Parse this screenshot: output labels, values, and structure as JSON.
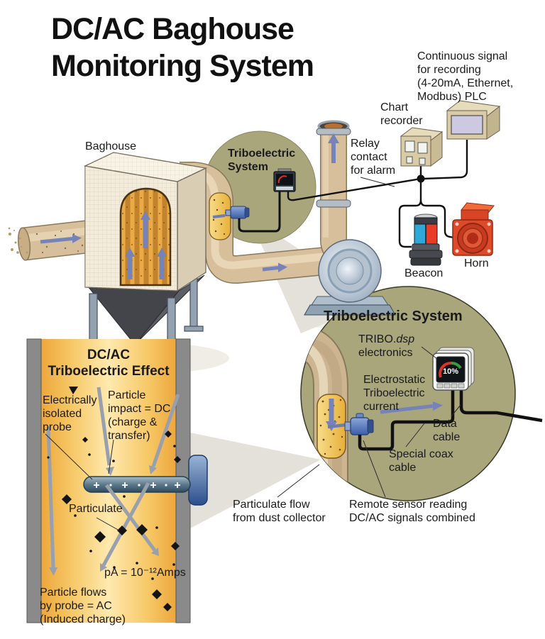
{
  "title": "DC/AC Baghouse\nMonitoring System",
  "labels": {
    "continuous_signal": "Continuous signal\nfor recording\n(4-20mA, Ethernet,\nModbus) PLC",
    "chart_recorder": "Chart\nrecorder",
    "relay_contact": "Relay\ncontact\nfor alarm",
    "baghouse": "Baghouse",
    "tribo_small": "Triboelectric\nSystem",
    "beacon": "Beacon",
    "horn": "Horn",
    "tribo_large": "Triboelectric System",
    "tribo_dsp_prefix": "TRIBO.",
    "tribo_dsp_italic": "dsp",
    "tribo_dsp_line2": "electronics",
    "electrostatic": "Electrostatic\nTriboelectric\ncurrent",
    "data_cable": "Data\ncable",
    "special_coax": "Special coax\ncable",
    "remote_sensor": "Remote sensor reading\nDC/AC signals combined",
    "particulate_flow": "Particulate flow\nfrom dust collector",
    "panel_title": "DC/AC\nTriboelectric Effect",
    "electrically_isolated": "Electrically\nisolated\nprobe",
    "particle_impact": "Particle\nimpact = DC\n(charge &\ntransfer)",
    "particulate": "Particulate",
    "pa_amps": "pA = 10⁻¹²Amps",
    "particle_flows": "Particle flows\nby probe = AC\n(Induced charge)",
    "gauge_value": "10%"
  },
  "colors": {
    "text": "#1a1a1a",
    "olive_circle": "#a9a67c",
    "duct_tan": "#d7bf9b",
    "duct_outline": "#8a7a5c",
    "patch_gold": "#eeb844",
    "panel_wall_gray": "#8a8a8a",
    "arrow_blue": "#7583b8",
    "panel_arrow_gray": "#98a0ae",
    "wire_black": "#111111",
    "horn_red": "#e0482a",
    "beacon_blue": "#2ea8d8",
    "beacon_red": "#e83c28",
    "steel_blue": "#b9c6d4",
    "gauge_red": "#d8342a",
    "gauge_green": "#3a9a40",
    "box_tan": "#d8cba6",
    "plc_screen": "#cdc9e2"
  }
}
